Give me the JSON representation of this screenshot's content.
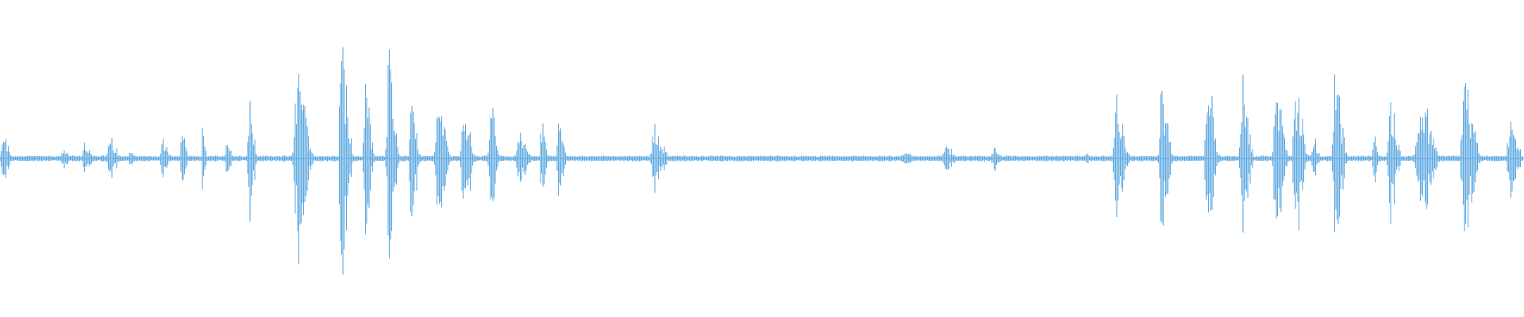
{
  "waveform": {
    "color": "#5fa9e1",
    "background": "#ffffff",
    "duration_hint": "",
    "segments": [
      {
        "start": 0.0,
        "end": 0.008,
        "amp": 0.22
      },
      {
        "start": 0.04,
        "end": 0.048,
        "amp": 0.08
      },
      {
        "start": 0.054,
        "end": 0.062,
        "amp": 0.14
      },
      {
        "start": 0.07,
        "end": 0.08,
        "amp": 0.16
      },
      {
        "start": 0.084,
        "end": 0.09,
        "amp": 0.06
      },
      {
        "start": 0.105,
        "end": 0.112,
        "amp": 0.18
      },
      {
        "start": 0.118,
        "end": 0.124,
        "amp": 0.2
      },
      {
        "start": 0.132,
        "end": 0.136,
        "amp": 0.3
      },
      {
        "start": 0.147,
        "end": 0.154,
        "amp": 0.14
      },
      {
        "start": 0.162,
        "end": 0.169,
        "amp": 0.48
      },
      {
        "start": 0.192,
        "end": 0.206,
        "amp": 0.66
      },
      {
        "start": 0.222,
        "end": 0.232,
        "amp": 0.92
      },
      {
        "start": 0.238,
        "end": 0.246,
        "amp": 0.52
      },
      {
        "start": 0.253,
        "end": 0.262,
        "amp": 0.72
      },
      {
        "start": 0.268,
        "end": 0.276,
        "amp": 0.58
      },
      {
        "start": 0.285,
        "end": 0.296,
        "amp": 0.52
      },
      {
        "start": 0.302,
        "end": 0.312,
        "amp": 0.5
      },
      {
        "start": 0.32,
        "end": 0.328,
        "amp": 0.42
      },
      {
        "start": 0.338,
        "end": 0.35,
        "amp": 0.18
      },
      {
        "start": 0.354,
        "end": 0.36,
        "amp": 0.3
      },
      {
        "start": 0.365,
        "end": 0.372,
        "amp": 0.3
      },
      {
        "start": 0.426,
        "end": 0.44,
        "amp": 0.22
      },
      {
        "start": 0.59,
        "end": 0.608,
        "amp": 0.04
      },
      {
        "start": 0.618,
        "end": 0.63,
        "amp": 0.1
      },
      {
        "start": 0.65,
        "end": 0.658,
        "amp": 0.1
      },
      {
        "start": 0.71,
        "end": 0.72,
        "amp": 0.04
      },
      {
        "start": 0.73,
        "end": 0.742,
        "amp": 0.44
      },
      {
        "start": 0.76,
        "end": 0.77,
        "amp": 0.56
      },
      {
        "start": 0.79,
        "end": 0.8,
        "amp": 0.66
      },
      {
        "start": 0.813,
        "end": 0.823,
        "amp": 0.58
      },
      {
        "start": 0.835,
        "end": 0.846,
        "amp": 0.56
      },
      {
        "start": 0.848,
        "end": 0.858,
        "amp": 0.62
      },
      {
        "start": 0.86,
        "end": 0.868,
        "amp": 0.16
      },
      {
        "start": 0.874,
        "end": 0.884,
        "amp": 0.72
      },
      {
        "start": 0.9,
        "end": 0.906,
        "amp": 0.2
      },
      {
        "start": 0.91,
        "end": 0.92,
        "amp": 0.44
      },
      {
        "start": 0.928,
        "end": 0.945,
        "amp": 0.5
      },
      {
        "start": 0.958,
        "end": 0.972,
        "amp": 0.54
      },
      {
        "start": 0.988,
        "end": 1.0,
        "amp": 0.3
      }
    ]
  }
}
